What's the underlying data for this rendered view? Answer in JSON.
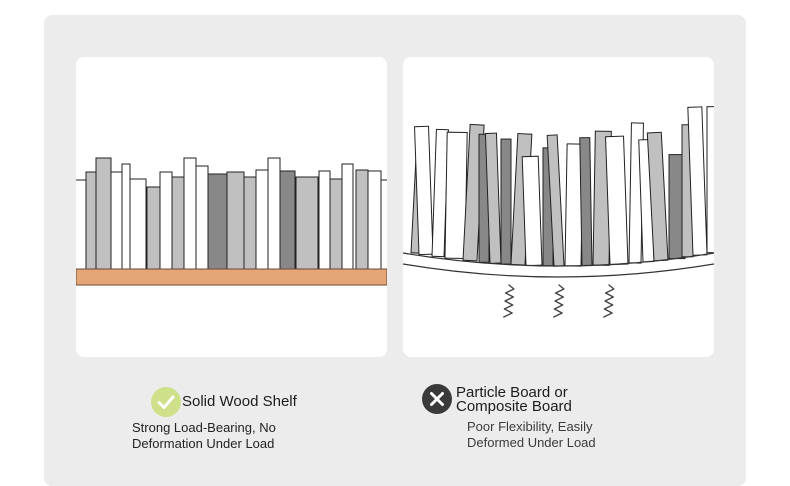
{
  "comparison": {
    "good": {
      "icon": "check-icon",
      "icon_color": "#cfe08a",
      "title": "Solid Wood Shelf",
      "description_line1": "Strong Load-Bearing, No",
      "description_line2": "Deformation Under Load"
    },
    "bad": {
      "icon": "close-icon",
      "icon_color": "#3a3a3a",
      "title_line1": "Particle Board or",
      "title_line2": "Composite Board",
      "description_line1": "Poor Flexibility, Easily",
      "description_line2": "Deformed Under Load"
    }
  },
  "colors": {
    "shelf_wood": "#e5a677",
    "panel_bg": "#ececec",
    "book_light": "#ffffff",
    "book_mid": "#c0c0c0",
    "book_dark": "#888888"
  }
}
